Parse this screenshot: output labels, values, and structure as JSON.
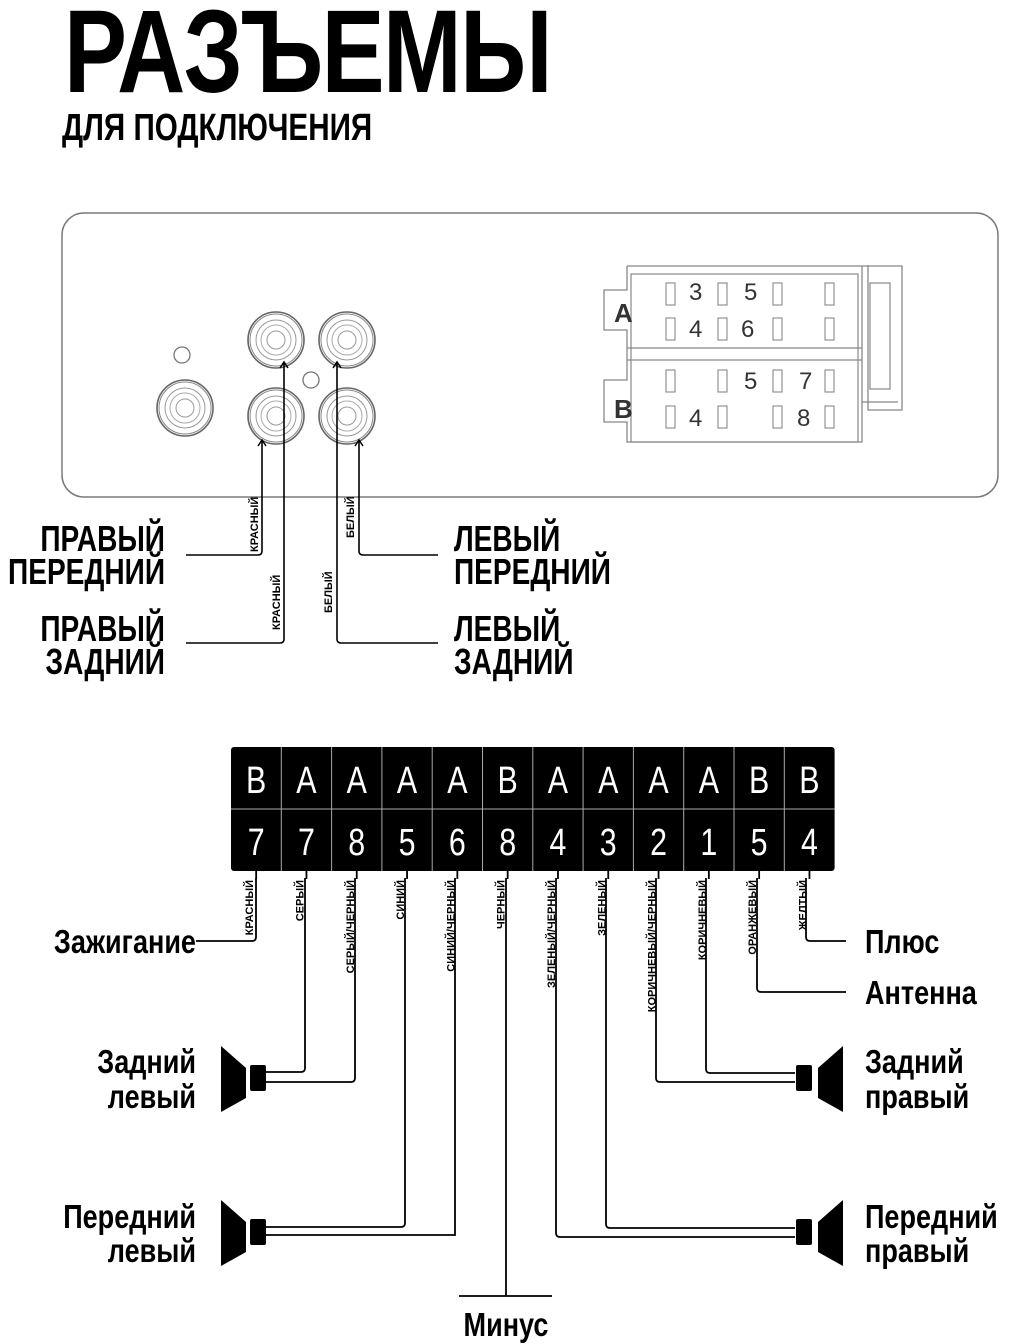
{
  "header": {
    "title": "РАЗЪЕМЫ",
    "subtitle": "ДЛЯ ПОДКЛЮЧЕНИЯ"
  },
  "head_unit": {
    "connector": {
      "rows": [
        {
          "label": "A",
          "pin_numbers": [
            [
              "3",
              "5"
            ],
            [
              "4",
              "6"
            ]
          ]
        },
        {
          "label": "B",
          "pin_numbers": [
            [
              "",
              "5",
              "7"
            ],
            [
              "4",
              "",
              "8"
            ]
          ]
        }
      ]
    },
    "rca_outputs": [
      {
        "label_line1": "ПРАВЫЙ",
        "label_line2": "ПЕРЕДНИЙ",
        "wire": "КРАСНЫЙ",
        "side": "left"
      },
      {
        "label_line1": "ПРАВЫЙ",
        "label_line2": "ЗАДНИЙ",
        "wire": "КРАСНЫЙ",
        "side": "left"
      },
      {
        "label_line1": "ЛЕВЫЙ",
        "label_line2": "ПЕРЕДНИЙ",
        "wire": "БЕЛЫЙ",
        "side": "right"
      },
      {
        "label_line1": "ЛЕВЫЙ",
        "label_line2": "ЗАДНИЙ",
        "wire": "БЕЛЫЙ",
        "side": "right"
      }
    ]
  },
  "pinout": {
    "pins": [
      {
        "row": "B",
        "num": "7",
        "wire": "КРАСНЫЙ"
      },
      {
        "row": "A",
        "num": "7",
        "wire": "СЕРЫЙ"
      },
      {
        "row": "A",
        "num": "8",
        "wire": "СЕРЫЙ/ЧЕРНЫЙ"
      },
      {
        "row": "A",
        "num": "5",
        "wire": "СИНИЙ"
      },
      {
        "row": "A",
        "num": "6",
        "wire": "СИНИЙ/ЧЕРНЫЙ"
      },
      {
        "row": "B",
        "num": "8",
        "wire": "ЧЕРНЫЙ"
      },
      {
        "row": "A",
        "num": "4",
        "wire": "ЗЕЛЕНЫЙ/ЧЕРНЫЙ"
      },
      {
        "row": "A",
        "num": "3",
        "wire": "ЗЕЛЕНЫЙ"
      },
      {
        "row": "A",
        "num": "2",
        "wire": "КОРИЧНЕВЫЙ/ЧЕРНЫЙ"
      },
      {
        "row": "A",
        "num": "1",
        "wire": "КОРИЧНЕВЫЙ"
      },
      {
        "row": "B",
        "num": "5",
        "wire": "ОРАНЖЕВЫЙ"
      },
      {
        "row": "B",
        "num": "4",
        "wire": "ЖЕЛТЫЙ"
      }
    ],
    "destinations": {
      "ignition": "Зажигание",
      "plus": "Плюс",
      "antenna": "Антенна",
      "minus": "Минус",
      "rear_left": [
        "Задний",
        "левый"
      ],
      "front_left": [
        "Передний",
        "левый"
      ],
      "rear_right": [
        "Задний",
        "правый"
      ],
      "front_right": [
        "Передний",
        "правый"
      ]
    }
  },
  "colors": {
    "ink": "#000000",
    "outline": "#7a7a7a",
    "connector_text": "#333333",
    "cell_text": "#ffffff"
  }
}
